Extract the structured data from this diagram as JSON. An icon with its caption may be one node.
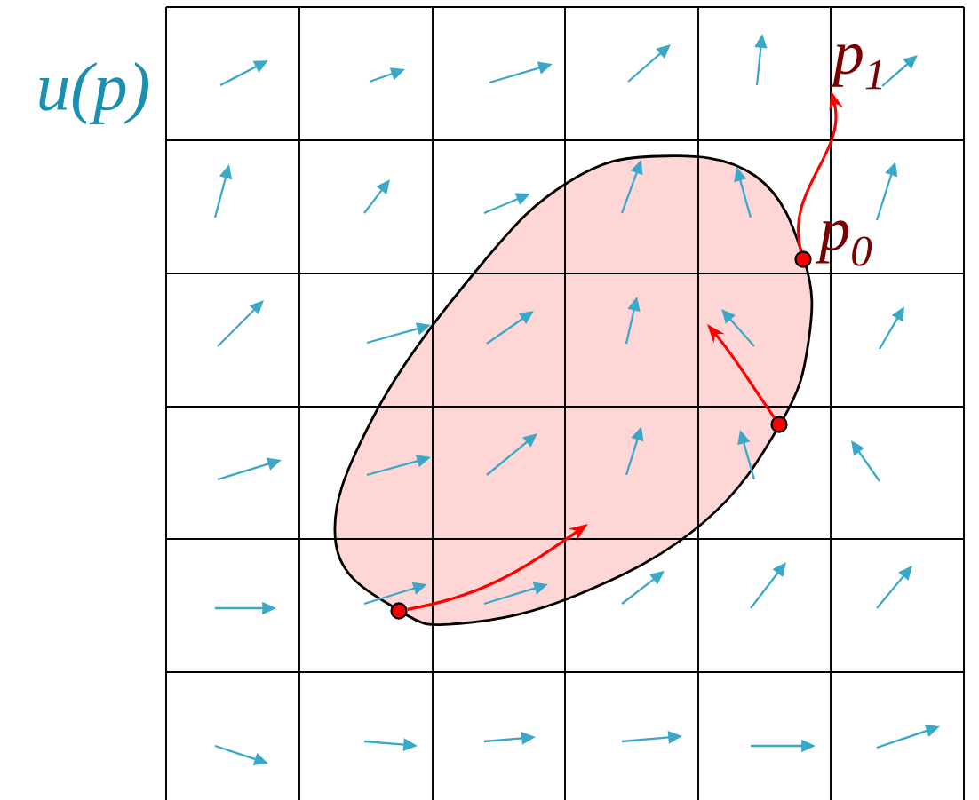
{
  "diagram": {
    "nodes": [
      {
        "text": [],
        "shape": "circle",
        "beside": [
          "p$_{0}$"
        ]
      },
      {
        "text": [
          "p$_{1}$"
        ]
      },
      {
        "text": [],
        "shape": "circle"
      },
      {
        "text": [],
        "shape": "circle"
      }
    ],
    "edges": [
      {
        "from": 0,
        "to": 1,
        "arrow": "to"
      },
      {
        "from": 2,
        "to": null,
        "arrow": "to"
      },
      {
        "from": 3,
        "to": null,
        "arrow": "to"
      }
    ],
    "labels": [
      "u(p)"
    ]
  }
}
